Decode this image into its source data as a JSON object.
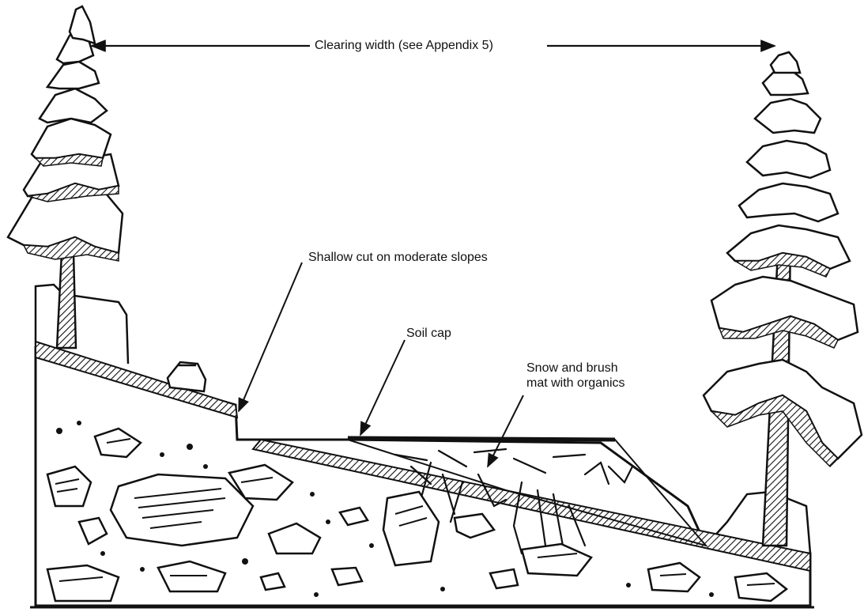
{
  "labels": {
    "clearing_width": "Clearing width (see Appendix 5)",
    "shallow_cut": "Shallow cut on moderate slopes",
    "soil_cap": "Soil cap",
    "snow_mat_line1": "Snow and brush",
    "snow_mat_line2": "mat with organics"
  },
  "colors": {
    "ink": "#111111",
    "paper": "#ffffff"
  }
}
